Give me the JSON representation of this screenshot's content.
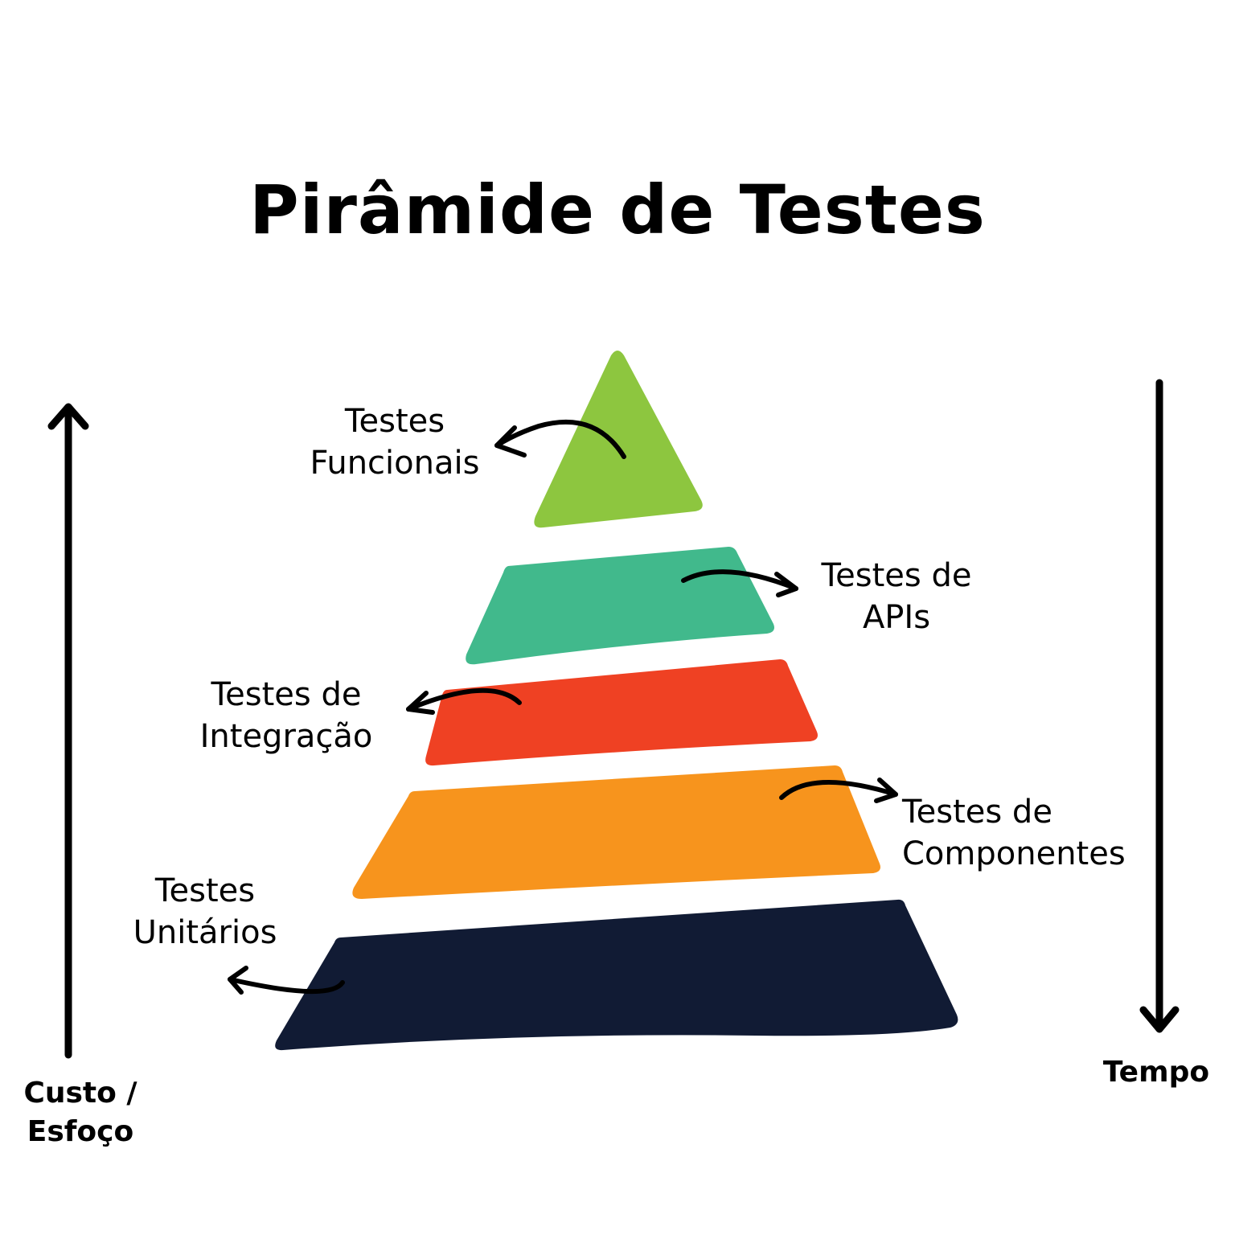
{
  "title": "Pirâmide de Testes",
  "colors": {
    "funcionais": "#8dc63f",
    "apis": "#41b98c",
    "integracao": "#ef4123",
    "componentes": "#f7941d",
    "unitarios": "#111b34",
    "arrow": "#000000"
  },
  "layers": [
    {
      "line1": "Testes",
      "line2": "Funcionais"
    },
    {
      "line1": "Testes de",
      "line2": "APIs"
    },
    {
      "line1": "Testes de",
      "line2": "Integração"
    },
    {
      "line1": "Testes de",
      "line2": "Componentes"
    },
    {
      "line1": "Testes",
      "line2": "Unitários"
    }
  ],
  "axes": {
    "left": {
      "line1": "Custo /",
      "line2": "Esfoço",
      "direction": "up"
    },
    "right": {
      "line1": "Tempo",
      "direction": "down"
    }
  }
}
